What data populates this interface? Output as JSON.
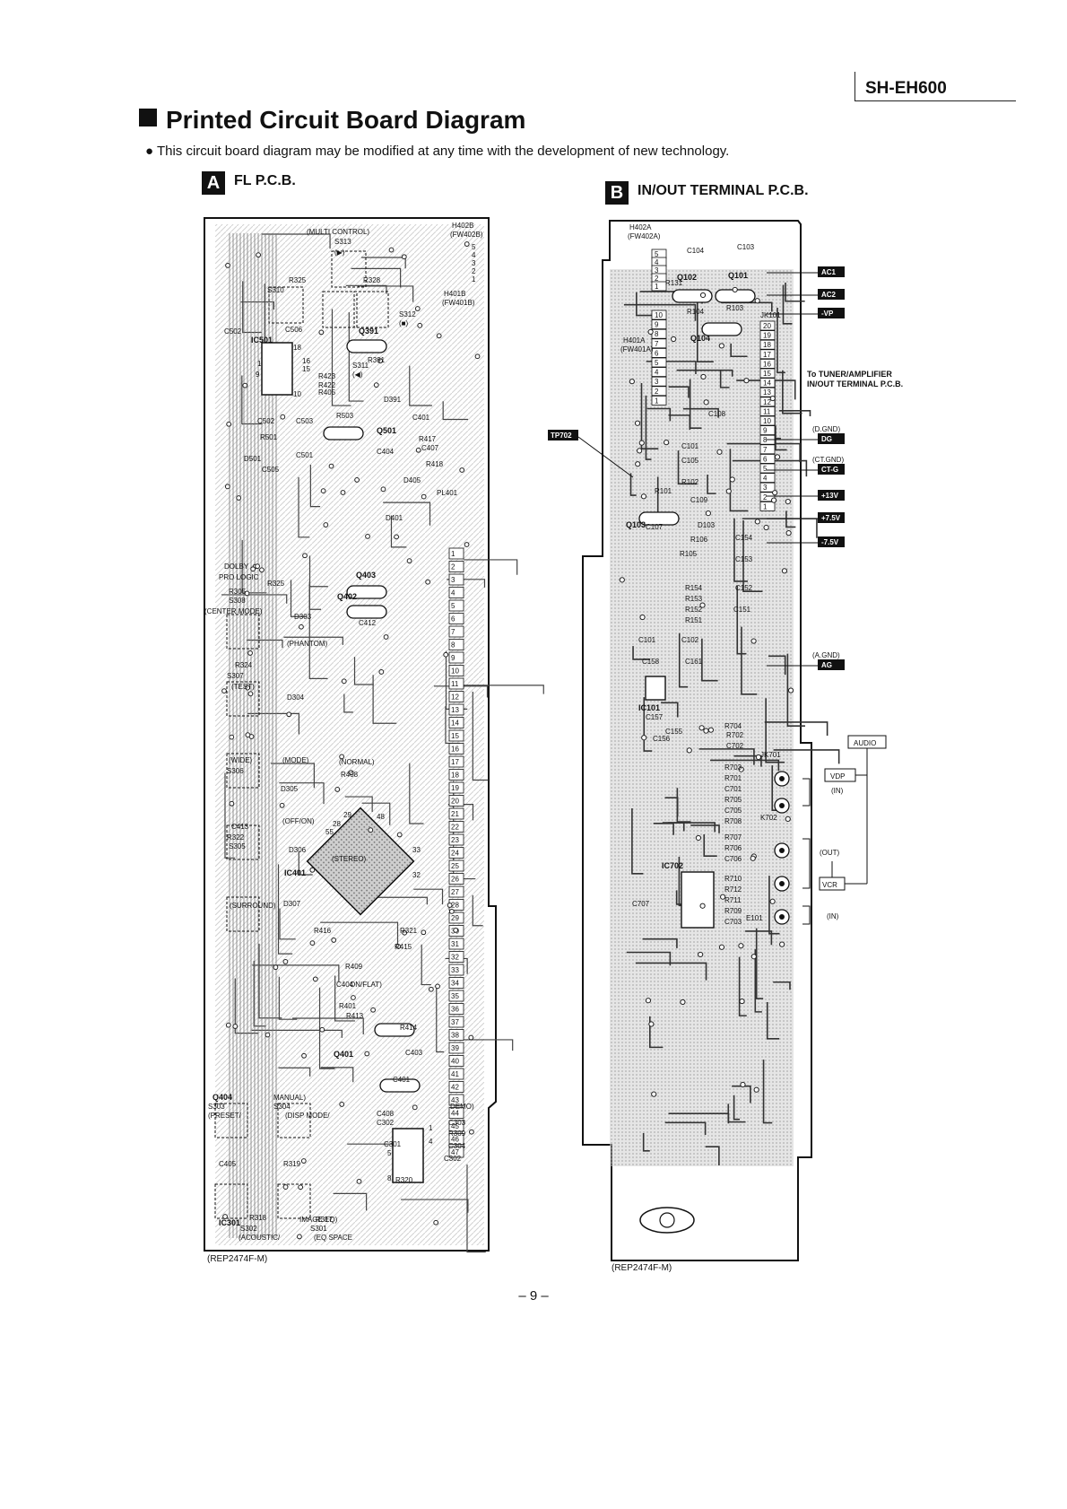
{
  "header": {
    "model": "SH-EH600",
    "title": "Printed Circuit Board Diagram",
    "note": "● This circuit board diagram may be modified at any time with the development of new technology."
  },
  "sections": [
    {
      "badge": "A",
      "title": "FL P.C.B.",
      "ref": "(REP2474F-M)"
    },
    {
      "badge": "B",
      "title": "IN/OUT TERMINAL P.C.B.",
      "ref": "(REP2474F-M)"
    }
  ],
  "board_a": {
    "components": [
      "(MULTI CONTROL)",
      "H402B",
      "(FW402B)",
      "S313",
      "(▶)",
      "R325",
      "R328",
      "S310",
      "H401B",
      "(FW401B)",
      "S312",
      "(■)",
      "C502",
      "C506",
      "IC501",
      "Q391",
      "R391",
      "S311",
      "(◀)",
      "R423",
      "R422",
      "R405",
      "D391",
      "C502",
      "C503",
      "R503",
      "Q501",
      "C401",
      "R417",
      "R501",
      "C404",
      "C407",
      "R418",
      "D501",
      "C505",
      "C501",
      "D405",
      "PL401",
      "D401",
      "DOLBY",
      "PRO LOGIC",
      "R325",
      "R305",
      "S308",
      "(CENTER MODE)",
      "Q403",
      "Q402",
      "C412",
      "D303",
      "(PHANTOM)",
      "R324",
      "S307",
      "(TEST)",
      "D304",
      "(WIDE)",
      "S306",
      "(MODE)",
      "D305",
      "(NORMAL)",
      "R408",
      "C413",
      "R322",
      "S305",
      "(OFF/ON)",
      "D306",
      "(STEREO)",
      "IC401",
      "D307",
      "(SURROUND)",
      "R321",
      "R415",
      "R416",
      "R409",
      "C404",
      "R401",
      "R413",
      "R414",
      "Q401",
      "C403",
      "C401",
      "Q404",
      "S303",
      "(PRESET/",
      "MANUAL)",
      "S304",
      "(DISP MODE/",
      "DEMO)",
      "C408",
      "C302",
      "C303",
      "R309",
      "C301",
      "C304",
      "C302",
      "C405",
      "R319",
      "R320",
      "IC301",
      "R318",
      "S302",
      "(ACOUSTIC/",
      "IMAGE EQ)",
      "R317",
      "S301",
      "(EQ SPACE",
      "ON/FLAT)"
    ],
    "pin_numbers": [
      "1",
      "2",
      "3",
      "4",
      "5",
      "6",
      "7",
      "8",
      "9",
      "10",
      "11",
      "12",
      "13",
      "14",
      "15",
      "16",
      "17",
      "18",
      "19",
      "20",
      "21",
      "22",
      "23",
      "24",
      "25",
      "26",
      "27",
      "28",
      "29",
      "30",
      "31",
      "32",
      "33",
      "34",
      "35",
      "36",
      "37",
      "38",
      "39",
      "40",
      "41",
      "42",
      "43",
      "44",
      "45",
      "46",
      "47"
    ],
    "ic_pins": [
      "18",
      "9",
      "10",
      "1",
      "16",
      "15",
      "48",
      "29",
      "28",
      "55",
      "33",
      "32",
      "5",
      "8",
      "4",
      "1"
    ]
  },
  "board_b": {
    "components": [
      "H402A",
      "(FW402A)",
      "C104",
      "C103",
      "R131",
      "Q102",
      "Q101",
      "R104",
      "R103",
      "JK101",
      "H401A",
      "(FW401A)",
      "Q104",
      "C108",
      "C101",
      "C105",
      "R102",
      "R101",
      "C109",
      "Q103",
      "C107",
      "D103",
      "R106",
      "C154",
      "R105",
      "C153",
      "R154",
      "R153",
      "R152",
      "R151",
      "C152",
      "C151",
      "C101",
      "C102",
      "C158",
      "C161",
      "IC101",
      "C157",
      "C156",
      "C155",
      "R704",
      "R702",
      "C702",
      "JK701",
      "R703",
      "R701",
      "C701",
      "R705",
      "C705",
      "R708",
      "K702",
      "R707",
      "R706",
      "C706",
      "IC702",
      "R710",
      "R712",
      "R711",
      "R709",
      "C703",
      "C707",
      "E101"
    ],
    "terminals": [
      "AC1",
      "AC2",
      "-VP",
      "DG",
      "CT-G",
      "+13V",
      "+7.5V",
      "-7.5V",
      "AG"
    ],
    "terminal_notes": [
      "(D.GND)",
      "(CT.GND)",
      "(A.GND)"
    ],
    "to_label_1": "To TUNER/AMPLIFIER",
    "to_label_2": "IN/OUT TERMINAL P.C.B.",
    "tp": "TP702",
    "audio": "AUDIO",
    "vdp": "VDP",
    "vcr": "VCR",
    "in_1": "(IN)",
    "out": "(OUT)",
    "in_2": "(IN)",
    "pin_numbers_left": [
      "5",
      "4",
      "3",
      "2",
      "1",
      "10",
      "9",
      "8",
      "7",
      "6",
      "5",
      "4",
      "3",
      "2",
      "1"
    ],
    "pin_numbers_right": [
      "20",
      "19",
      "18",
      "17",
      "16",
      "15",
      "14",
      "13",
      "12",
      "11",
      "10",
      "9",
      "8",
      "7",
      "6",
      "5",
      "4",
      "3",
      "2",
      "1"
    ]
  },
  "page_number": "– 9 –"
}
